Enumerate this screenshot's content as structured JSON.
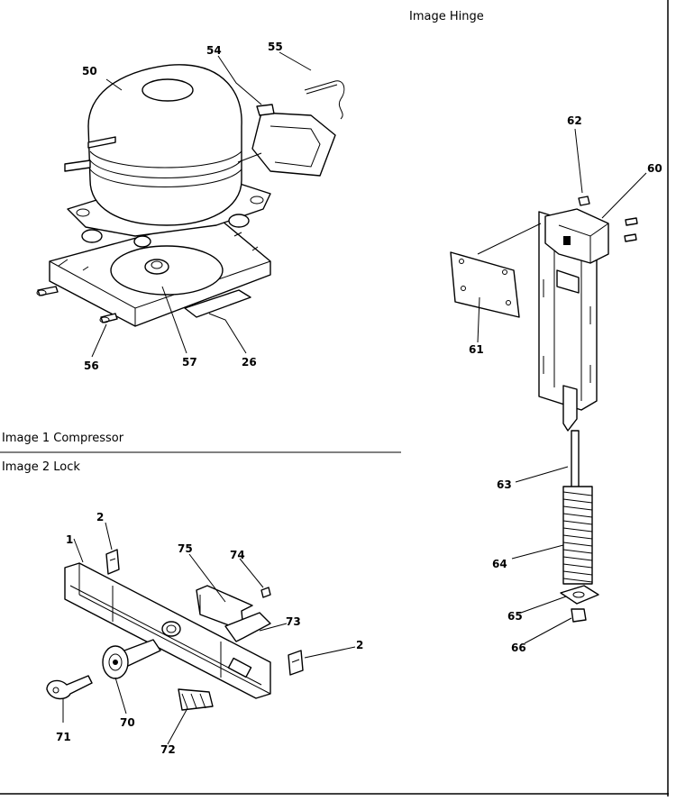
{
  "sections": {
    "hinge": {
      "title": "Image Hinge"
    },
    "compressor": {
      "title": "Image 1 Compressor"
    },
    "lock": {
      "title": "Image 2 Lock"
    }
  },
  "callouts": {
    "c50": "50",
    "c54": "54",
    "c55": "55",
    "c56": "56",
    "c57": "57",
    "c26": "26",
    "c62": "62",
    "c60": "60",
    "c61": "61",
    "c63": "63",
    "c64": "64",
    "c65": "65",
    "c66": "66",
    "c2a": "2",
    "c1": "1",
    "c75": "75",
    "c74": "74",
    "c73": "73",
    "c2b": "2",
    "c70": "70",
    "c71": "71",
    "c72": "72"
  }
}
